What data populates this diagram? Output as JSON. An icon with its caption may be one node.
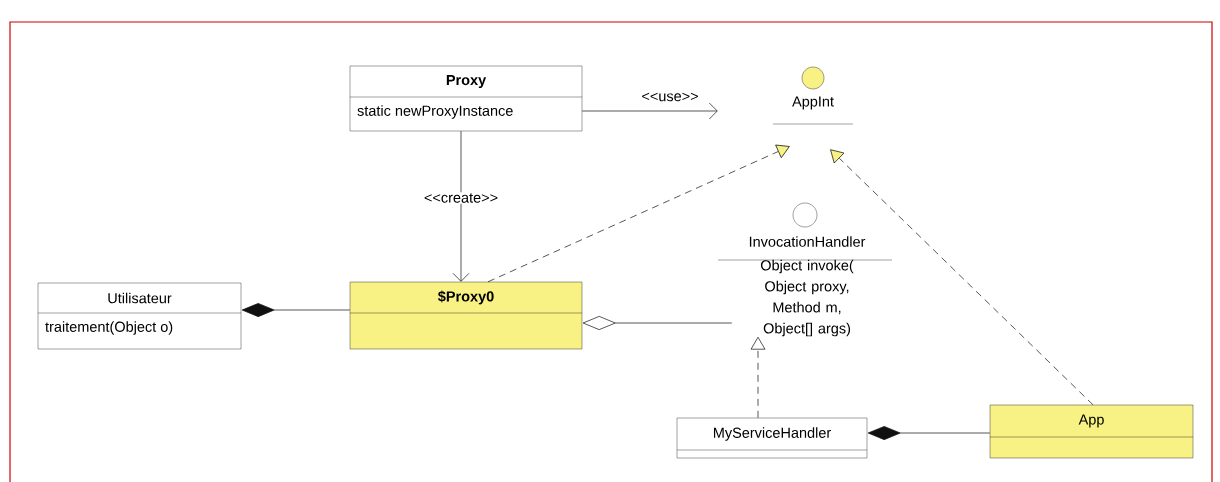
{
  "diagram": {
    "nodes": [
      {
        "text": [
          "Proxy",
          "static newProxyInstance"
        ]
      },
      {
        "text": [
          "AppInt"
        ]
      },
      {
        "text": [
          "InvocationHandler",
          "Object invoke( Object proxy, Method m, Object[] args)"
        ]
      },
      {
        "text": [
          "Utilisateur",
          "traitement(Object o)"
        ]
      },
      {
        "text": [
          "$Proxy0"
        ]
      },
      {
        "text": [
          "MyServiceHandler"
        ]
      },
      {
        "text": [
          "App"
        ]
      }
    ],
    "edges": [
      {
        "from": 0,
        "to": 1,
        "arrow": "to",
        "label": "<<use>>"
      },
      {
        "from": 0,
        "to": 4,
        "arrow": "to",
        "label": "<<create>>"
      },
      {
        "from": 4,
        "to": 1,
        "arrow": "to",
        "style": "dashed"
      },
      {
        "from": 6,
        "to": 1,
        "arrow": "to",
        "style": "dashed"
      },
      {
        "from": 3,
        "to": 4,
        "arrow": "other"
      },
      {
        "from": 4,
        "to": 2,
        "arrow": "other"
      },
      {
        "from": 5,
        "to": 2,
        "arrow": "to",
        "style": "dashed"
      },
      {
        "from": 5,
        "to": 6,
        "arrow": "other"
      }
    ]
  }
}
